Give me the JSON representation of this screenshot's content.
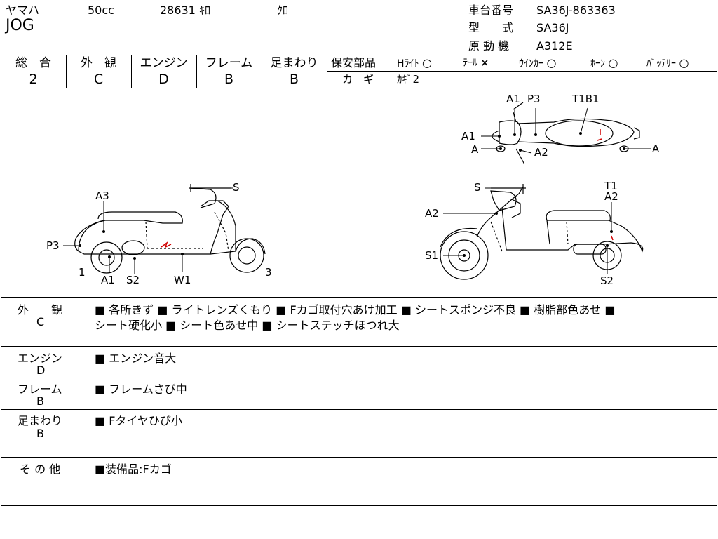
{
  "header": {
    "maker": "ヤマハ",
    "displacement": "50cc",
    "mileage": "28631 ｷﾛ",
    "color": "ｸﾛ",
    "model_name": "JOG",
    "frame_no_label": "車台番号",
    "frame_no": "SA36J-863363",
    "type_label": "型　　式",
    "type": "SA36J",
    "engine_label": "原 動 機",
    "engine_model": "A312E"
  },
  "grades": {
    "headers": [
      "総　合",
      "外　観",
      "エンジン",
      "フレーム",
      "足まわり"
    ],
    "values": [
      "2",
      "C",
      "D",
      "B",
      "B"
    ]
  },
  "safety": {
    "label": "保安部品",
    "items": [
      {
        "name": "Hﾗｲﾄ",
        "mark": "○"
      },
      {
        "name": "ﾃｰﾙ",
        "mark": "×"
      },
      {
        "name": "ｳｲﾝｶｰ",
        "mark": "○"
      },
      {
        "name": "ﾎｰﾝ",
        "mark": "○"
      },
      {
        "name": "ﾊﾞｯﾃﾘｰ",
        "mark": "○"
      }
    ],
    "key_label": "カ　ギ",
    "key_value": "ｶｷﾞ2"
  },
  "diagram": {
    "side_left": [
      "S",
      "A3",
      "P3",
      "1",
      "A1",
      "S2",
      "W1",
      "3"
    ],
    "side_right": [
      "S",
      "T1",
      "A2",
      "A2",
      "S1",
      "S2"
    ],
    "top": [
      "A1",
      "P3",
      "T1B1",
      "A1",
      "A",
      "A2",
      "A"
    ]
  },
  "details": [
    {
      "label": "外　　観",
      "grade": "C",
      "lines": [
        "■ 各所きず ■ ライトレンズくもり ■ Fカゴ取付穴あけ加工 ■ シートスポンジ不良 ■ 樹脂部色あせ ■",
        "シート硬化小 ■ シート色あせ中 ■ シートステッチほつれ大"
      ]
    },
    {
      "label": "エンジン",
      "grade": "D",
      "lines": [
        "■ エンジン音大"
      ]
    },
    {
      "label": "フレーム",
      "grade": "B",
      "lines": [
        "■ フレームさび中"
      ]
    },
    {
      "label": "足まわり",
      "grade": "B",
      "lines": [
        "■ Fタイヤひび小"
      ]
    },
    {
      "label": "そ の 他",
      "grade": "",
      "lines": [
        "■装備品:Fカゴ"
      ]
    }
  ],
  "colors": {
    "damage_mark": "#d00000",
    "line": "#000000"
  }
}
